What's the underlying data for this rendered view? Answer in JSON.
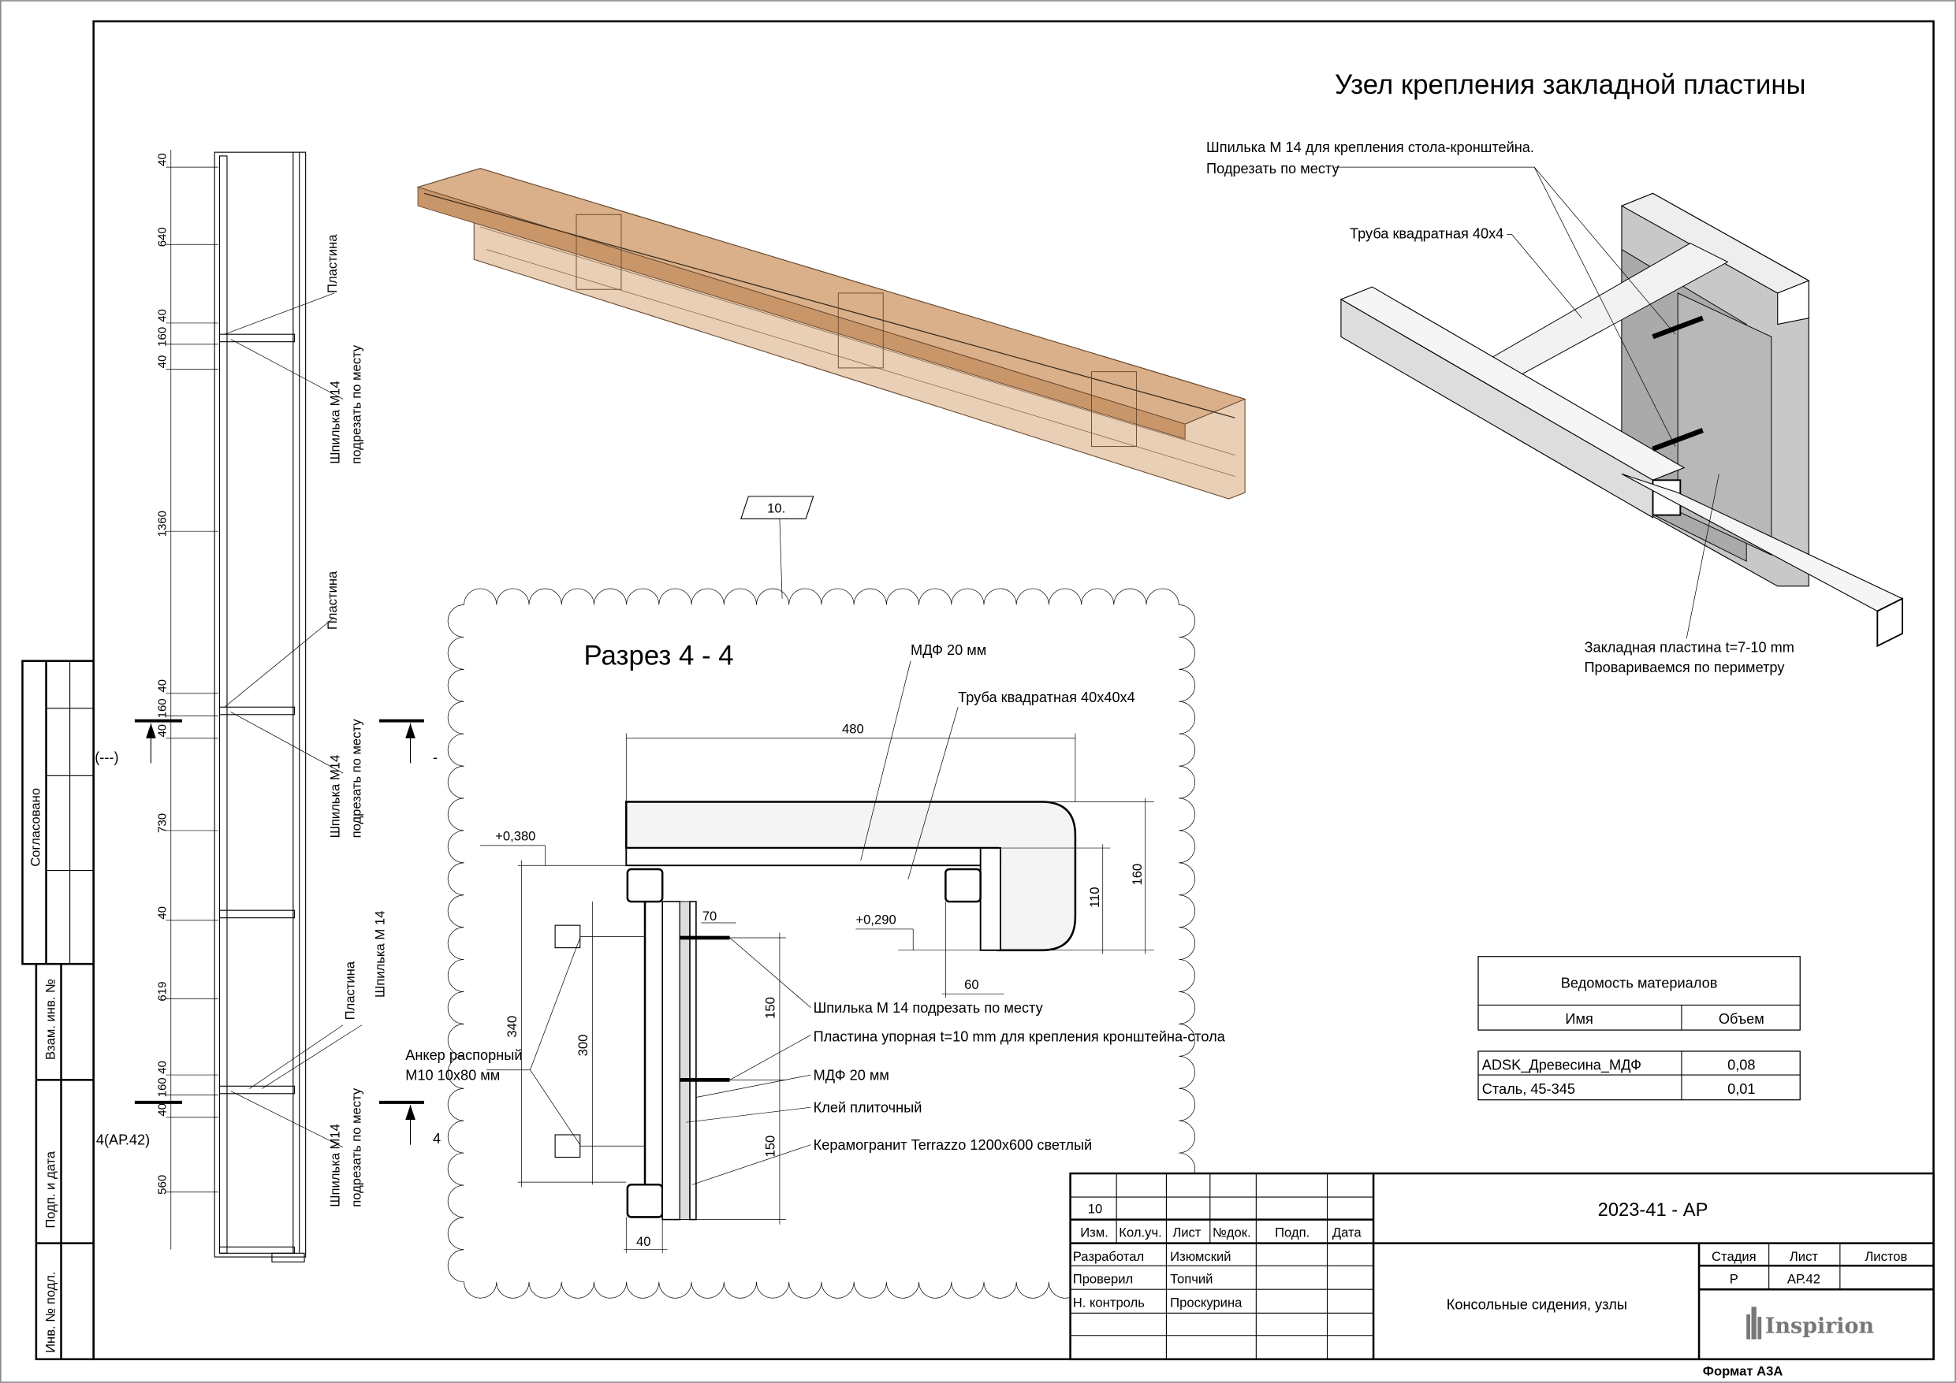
{
  "sheet": {
    "title": "Узел крепления закладной пластины",
    "format": "Формат А3А"
  },
  "iso_labels": {
    "stud_line1": "Шпилька М 14 для крепления стола-кронштейна.",
    "stud_line2": "Подрезать по месту",
    "tube": "Труба квадратная 40х4",
    "plate_line1": "Закладная пластина t=7-10 mm",
    "plate_line2": "Провариваемся по периметру"
  },
  "view_tag": "10.",
  "section": {
    "title": "Разрез 4 - 4",
    "labels": {
      "mdf_top": "МДФ 20 мм",
      "tube": "Труба квадратная 40х40х4",
      "stud": "Шпилька М 14 подрезать по месту",
      "plate": "Пластина упорная t=10 mm для крепления кронштейна-стола",
      "mdf": "МДФ 20 мм",
      "glue": "Клей плиточный",
      "tile": "Керамогранит Terrazzo 1200х600 светлый",
      "anchor_line1": "Анкер распорный",
      "anchor_line2": "М10 10х80 мм"
    },
    "dims": {
      "width": "480",
      "height_total": "160",
      "height_inner": "110",
      "edge": "60",
      "level_top": "+0,380",
      "level_bottom": "+0,290",
      "offset": "70",
      "spacing_upper": "150",
      "spacing_lower": "150",
      "anchor_span": "340",
      "anchor_inner": "300",
      "tube_width": "40"
    }
  },
  "elevation": {
    "dims": [
      "40",
      "640",
      "40",
      "160",
      "40",
      "1360",
      "40",
      "160",
      "40",
      "730",
      "40",
      "619",
      "40",
      "160",
      "40",
      "560"
    ],
    "labels": {
      "plate": "Пластина",
      "stud_a": "Шпилька М14",
      "stud_b": "подрезать по месту",
      "stud_c": "Шпилька М 14"
    },
    "section_marks": {
      "upper_ref": "(---)",
      "upper_num": "-",
      "lower_ref": "4(АР.42)",
      "lower_num": "4"
    }
  },
  "materials": {
    "title": "Ведомость материалов",
    "columns": [
      "Имя",
      "Объем"
    ],
    "rows": [
      {
        "name": "ADSK_Древесина_МДФ",
        "volume": "0,08"
      },
      {
        "name": "Сталь, 45-345",
        "volume": "0,01"
      }
    ]
  },
  "side_stamp": {
    "agreed": "Согласовано",
    "replace_inv": "Взам. инв. №",
    "sign_date": "Подп. и дата",
    "inv_orig": "Инв. № подл."
  },
  "title_block": {
    "rev_value": "10",
    "headers": [
      "Изм.",
      "Кол.уч.",
      "Лист",
      "№док.",
      "Подп.",
      "Дата"
    ],
    "roles": [
      {
        "role": "Разработал",
        "name": "Изюмский"
      },
      {
        "role": "Проверил",
        "name": "Топчий"
      },
      {
        "role": "Н. контроль",
        "name": "Проскурина"
      }
    ],
    "code": "2023-41 - АР",
    "sheet_name": "Консольные сидения, узлы",
    "stage_label": "Стадия",
    "sheet_label": "Лист",
    "sheets_label": "Листов",
    "stage": "Р",
    "sheet": "АР.42",
    "logo": "Inspirion"
  }
}
